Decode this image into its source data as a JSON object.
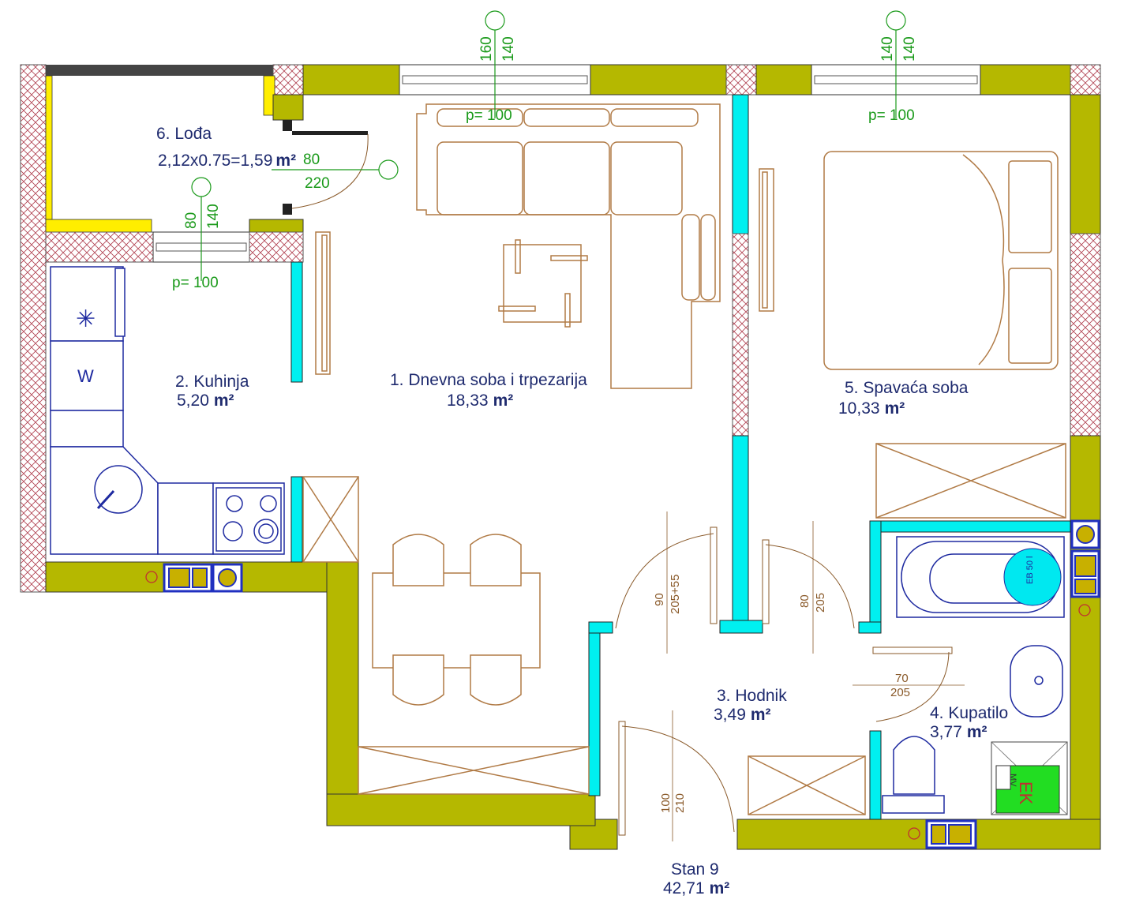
{
  "plan": {
    "apartment": {
      "name": "Stan 9",
      "area": "42,71",
      "unit": "m²"
    },
    "rooms": [
      {
        "id": "dnevna",
        "name": "1. Dnevna soba i trpezarija",
        "area": "18,33",
        "unit": "m²"
      },
      {
        "id": "kuhinja",
        "name": "2. Kuhinja",
        "area": "5,20",
        "unit": "m²"
      },
      {
        "id": "hodnik",
        "name": "3. Hodnik",
        "area": "3,49",
        "unit": "m²"
      },
      {
        "id": "kupatilo",
        "name": "4. Kupatilo",
        "area": "3,77",
        "unit": "m²"
      },
      {
        "id": "spavaca",
        "name": "5. Spavaća soba",
        "area": "10,33",
        "unit": "m²"
      },
      {
        "id": "lodja",
        "name": "6. Lođa",
        "area": "2,12x0.75=1,59",
        "unit": "m²"
      }
    ],
    "window_labels": {
      "living_window_h1": "160",
      "living_window_h2": "140",
      "living_window_p": "p= 100",
      "bedroom_window_h1": "140",
      "bedroom_window_h2": "140",
      "bedroom_window_p": "p= 100",
      "kitchen_window_h1": "80",
      "kitchen_window_h2": "140",
      "kitchen_window_p": "p= 100",
      "loggia_door_w": "80",
      "loggia_door_h": "220"
    },
    "door_labels": {
      "living_door_w": "90",
      "living_door_h": "205+55",
      "bedroom_door_w": "80",
      "bedroom_door_h": "205",
      "bath_door_w": "70",
      "bath_door_h": "205",
      "entry_door_w": "100",
      "entry_door_h": "210"
    },
    "fixture_labels": {
      "washer": "W",
      "boiler": "EB 50 l",
      "electric_cabinet": "EK",
      "water_meter": "MV"
    },
    "colors": {
      "wall": "#b5b800",
      "partition": "#00f0f0",
      "loggia_railing": "#ffee00",
      "cabinet_green": "#22dd22",
      "dimension_green": "#1a9a1a"
    }
  }
}
